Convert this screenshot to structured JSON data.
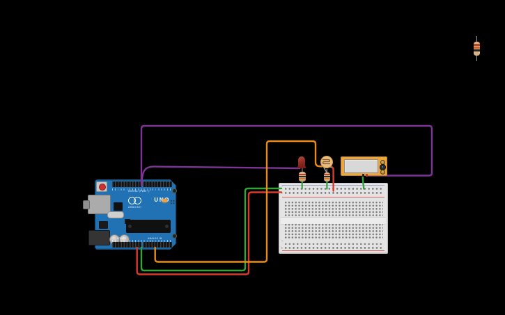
{
  "scene": {
    "background": "#000000",
    "app_style": "Tinkercad-style circuit canvas",
    "description": "Arduino Uno driving an LED through a resistor, a photoresistor voltage divider read on an analog pin, and a multimeter probing the digital pin against ground via a breadboard."
  },
  "arduino": {
    "name": "Arduino Uno R3",
    "board_color": "#2171b5",
    "labels": {
      "digital": "DIGITAL (PWM~)",
      "brand": "ARDUINO",
      "model": "UNO",
      "power": "POWER",
      "analog": "ANALOG IN"
    }
  },
  "breadboard": {
    "name": "Small breadboard",
    "plus": "+",
    "minus": "−",
    "rail_red_line": "#d4625c",
    "rail_blue_line": "#8d9cc0",
    "body_color": "#e3e3e3"
  },
  "multimeter": {
    "name": "Multimeter",
    "body_color": "#eda63c",
    "screen_text": "",
    "terminals": [
      "black (COM)",
      "red (+)"
    ]
  },
  "led": {
    "name": "Red LED",
    "color": "#8e2a22"
  },
  "photoresistor": {
    "name": "Photoresistor (LDR)",
    "body_color": "#e7bc83"
  },
  "resistors": [
    {
      "id": "led-resistor",
      "location": "between LED cathode and − rail",
      "lead_color": "green"
    },
    {
      "id": "ldr-resistor",
      "location": "between LDR left leg and − rail",
      "lead_color": "green"
    },
    {
      "id": "spare-resistor",
      "location": "floating, top-right corner",
      "lead_color": "gray"
    }
  ],
  "wires": [
    {
      "id": "gnd-to-rail",
      "color": "green",
      "hex": "#35a33c",
      "from": "Arduino GND",
      "to": "breadboard − rail (left)"
    },
    {
      "id": "5v-to-rail",
      "color": "red",
      "hex": "#da3a2c",
      "from": "Arduino 5V",
      "to": "breadboard + rail (left)"
    },
    {
      "id": "a0-to-ldr",
      "color": "orange",
      "hex": "#ea8b1e",
      "from": "Arduino analog pin",
      "to": "photoresistor left leg"
    },
    {
      "id": "pin-to-multimeter",
      "color": "purple",
      "hex": "#7c3596",
      "from": "Arduino digital pin",
      "to": "multimeter red terminal",
      "route": "large loop around top of canvas"
    },
    {
      "id": "pin-to-led",
      "color": "purple",
      "hex": "#7c3596",
      "from": "Arduino digital pin",
      "to": "LED left leg"
    },
    {
      "id": "multimeter-to-rail",
      "color": "green",
      "hex": "#35a33c",
      "from": "multimeter black terminal",
      "to": "breadboard − rail"
    },
    {
      "id": "ldr-to-plus",
      "color": "red",
      "hex": "#da3a2c",
      "from": "photoresistor right leg",
      "to": "breadboard + rail"
    }
  ]
}
